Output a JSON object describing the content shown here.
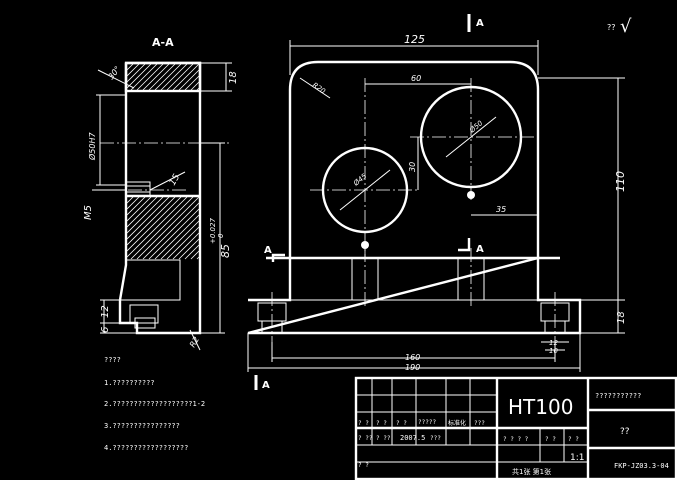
{
  "views": {
    "section_title": "A-A",
    "section_mark": "A"
  },
  "dims": {
    "overall_width": "125",
    "corner_radius": "R20",
    "hole_spacing_x": "60",
    "large_hole": "Ø50",
    "small_hole": "Ø45",
    "vert_30": "30",
    "horiz_35": "35",
    "height_110": "110",
    "base_18": "18",
    "base_190": "190",
    "base_160": "160",
    "foot_12": "12",
    "foot_10": "10",
    "side_top_18": "18",
    "side_angle": "30°",
    "side_bore": "Ø50H7",
    "side_thread": "M5",
    "side_chamfer": "15",
    "side_height": "85",
    "side_height_tol": "+0.027",
    "side_height_tol0": "0",
    "side_bottom_12": "12",
    "side_bottom_6": "6",
    "side_r2": "R2"
  },
  "marks": {
    "roughness": "??",
    "roughness_check": "√"
  },
  "notes": {
    "heading": "????",
    "items": [
      "1.??????????",
      "2.???????????????????1-2",
      "3.????????????????",
      "4.??????????????????"
    ]
  },
  "title_block": {
    "material": "HT100",
    "top_right": "???????????",
    "company": "??",
    "drawing_no": "FKP-JZ03.3-04",
    "scale": "1:1",
    "sheet": "共1张 第1张",
    "date": "2007.5",
    "cells": [
      "? ?",
      "? ?",
      "? ?",
      "?????",
      "标准化",
      "???",
      "? ??",
      "? ??",
      "???",
      "? ? ? ?",
      "? ?",
      "? ?",
      "? ?"
    ]
  }
}
